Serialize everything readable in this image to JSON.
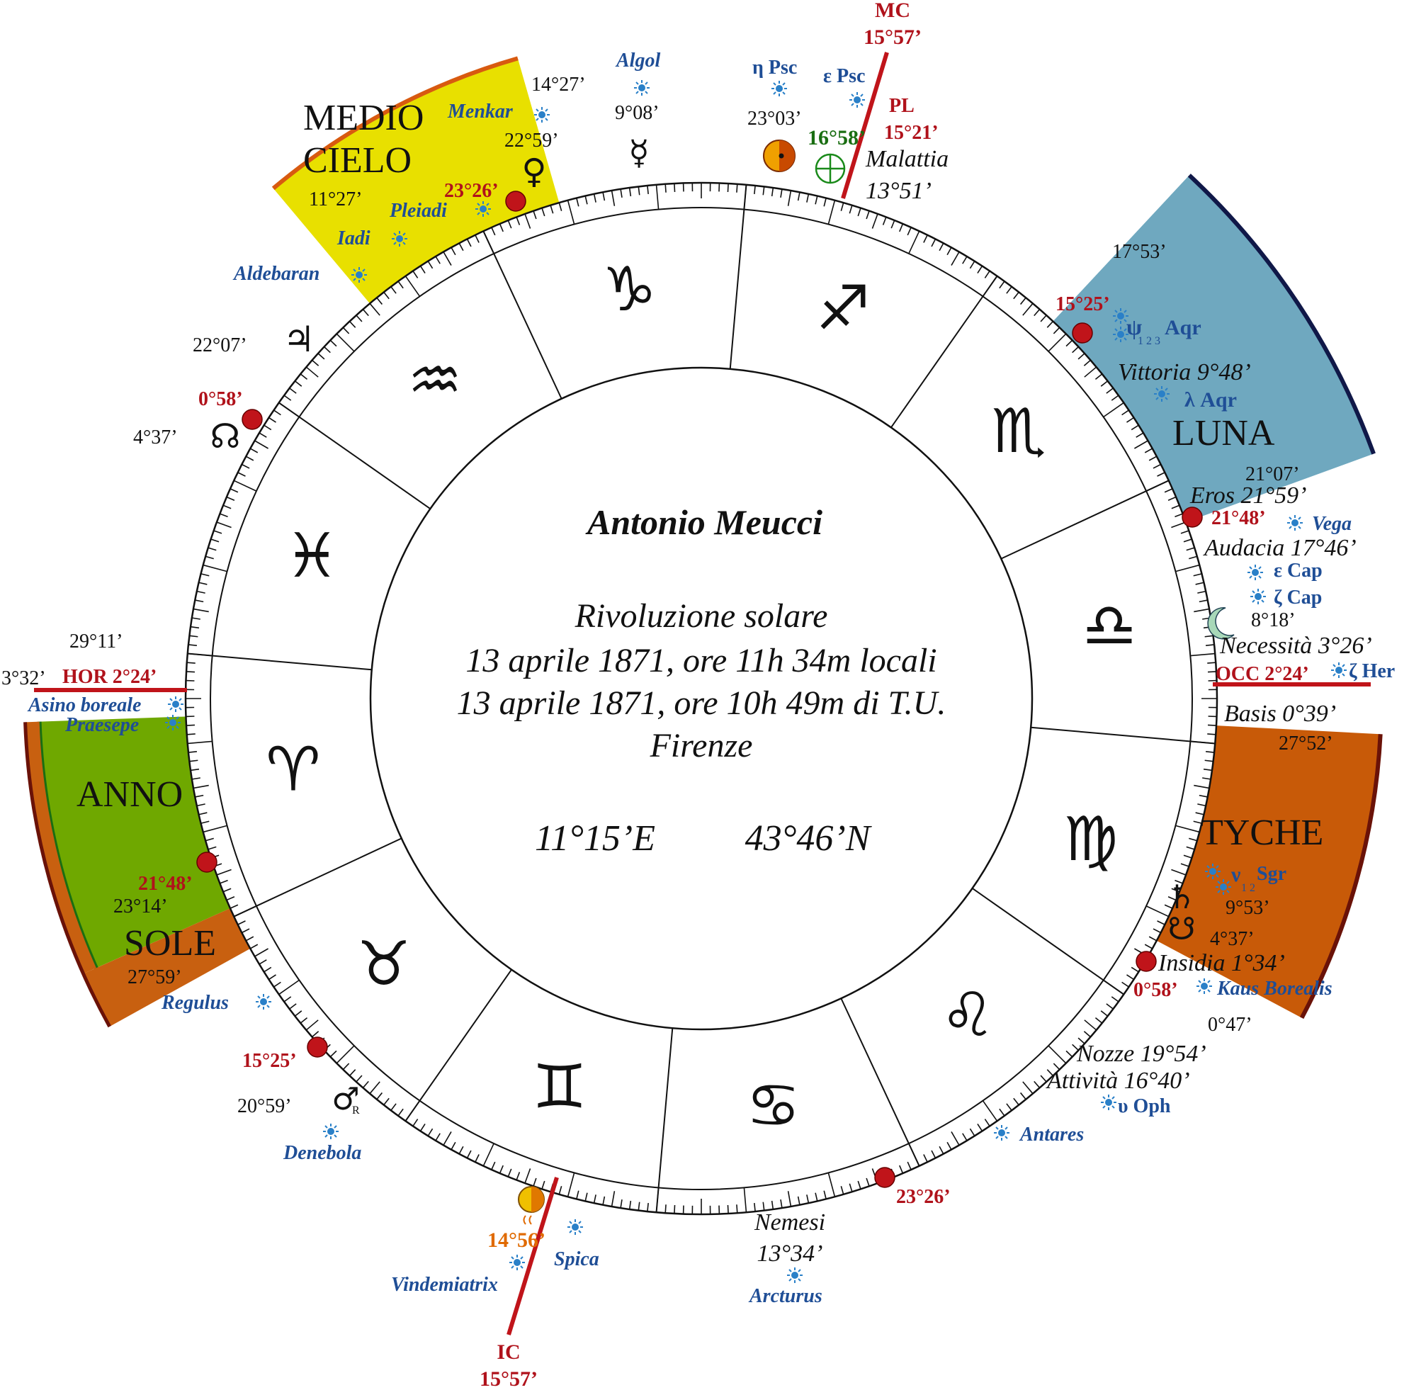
{
  "center": {
    "name": "Antonio Meucci",
    "line1": "Rivoluzione solare",
    "line2": "13 aprile 1871, ore 11h 34m locali",
    "line3": "13 aprile 1871, ore 10h 49m di T.U.",
    "place": "Firenze",
    "longitude": "11°15’E",
    "latitude": "43°46’N"
  },
  "colors": {
    "medio_cielo": "#e8e000",
    "luna": "#6fa8bf",
    "anno": "#6fa800",
    "sole": "#c86010",
    "tyche": "#c85a08",
    "axis": "#c0141a",
    "node": "#c0141a",
    "star": "#2a80c8"
  },
  "sectors": {
    "medio_cielo": {
      "label1": "MEDIO",
      "label2": "CIELO",
      "deg_start": "11°27’",
      "deg_end": "14°27’"
    },
    "luna": {
      "label": "LUNA",
      "deg_start": "17°53’",
      "deg_end": "21°07’"
    },
    "anno": {
      "label": "ANNO",
      "deg_start": "29°11’",
      "deg_end": "23°14’"
    },
    "sole": {
      "label": "SOLE",
      "deg_end": "27°59’"
    },
    "tyche": {
      "label": "TYCHE",
      "deg_start": "27°52’",
      "deg_end": "0°47’"
    }
  },
  "axes": {
    "mc_label": "MC",
    "mc_deg": "15°57’",
    "ic_label": "IC",
    "ic_deg": "15°57’",
    "hor": "HOR 2°24’",
    "hor_left": "3°32’",
    "occ": "OCC 2°24’"
  },
  "signs": [
    "♈",
    "♉",
    "♊",
    "♋",
    "♌",
    "♍",
    "♎",
    "♏",
    "♐",
    "♑",
    "♒",
    "♓"
  ],
  "planets": {
    "sun_deg": "23°03’",
    "earth_deg": "16°58’",
    "pl": "PL",
    "pl_deg": "15°21’",
    "mercury_deg": "9°08’",
    "venus_deg": "22°59’",
    "jupiter_deg": "22°07’",
    "node_deg": "4°37’",
    "moon_deg": "8°18’",
    "saturn_deg": "9°53’",
    "saturn_node_deg": "4°37’",
    "mars_deg": "20°59’",
    "mars_r": "R",
    "ic_body_deg": "14°56’"
  },
  "red_points": {
    "p1": "23°26’",
    "p2": "0°58’",
    "p3": "15°25’",
    "p4": "21°48’",
    "p5": "0°58’",
    "p6": "23°26’",
    "p7": "15°25’",
    "p8": "21°48’"
  },
  "lots": {
    "malattia": "Malattia",
    "malattia_deg": "13°51’",
    "vittoria": "Vittoria 9°48’",
    "eros": "Eros 21°59’",
    "audacia": "Audacia 17°46’",
    "necessita": "Necessità 3°26’",
    "basis": "Basis 0°39’",
    "insidia": "Insidia 1°34’",
    "nozze": "Nozze 19°54’",
    "attivita": "Attività 16°40’",
    "nemesi": "Nemesi",
    "nemesi_deg": "13°34’"
  },
  "stars": {
    "algol": "Algol",
    "eta_psc": "η Psc",
    "eps_psc": "ε Psc",
    "menkar": "Menkar",
    "pleiadi": "Pleiadi",
    "iadi": "Iadi",
    "aldebaran": "Aldebaran",
    "psi_aqr": "ψ",
    "psi_sub": "1 2 3",
    "psi_aqr2": "Aqr",
    "lambda_aqr": "λ Aqr",
    "vega": "Vega",
    "eps_cap": "ε Cap",
    "zeta_cap": "ζ Cap",
    "zeta_her": "ζ Her",
    "nu_sgr": "ν",
    "nu_sub": "1 2",
    "nu_sgr2": "Sgr",
    "kaus": "Kaus Borealis",
    "upsilon_oph": "υ Oph",
    "antares": "Antares",
    "arcturus": "Arcturus",
    "spica": "Spica",
    "vindemiatrix": "Vindemiatrix",
    "denebola": "Denebola",
    "regulus": "Regulus",
    "asino": "Asino boreale",
    "praesepe": "Praesepe"
  }
}
